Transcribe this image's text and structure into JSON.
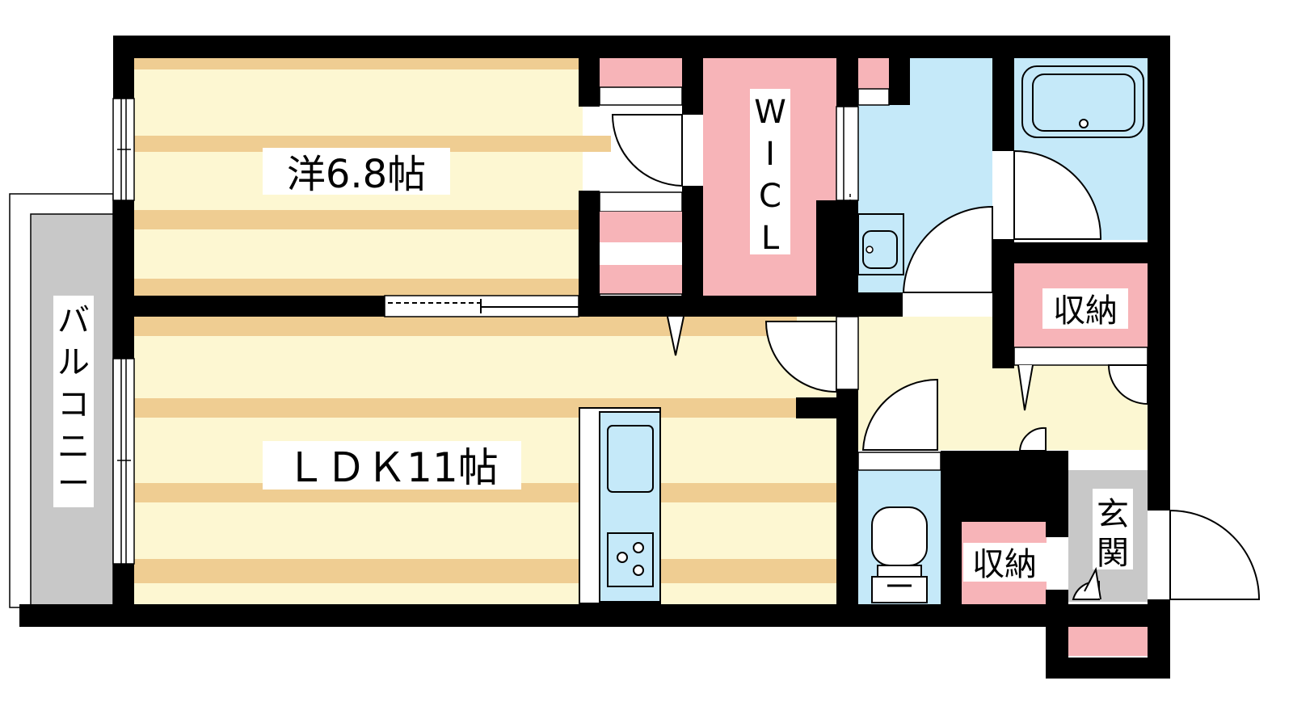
{
  "rooms": {
    "western_room": "洋6.8帖",
    "ldk": "ＬＤＫ11帖",
    "walk_in_closet": [
      "W",
      "I",
      "C",
      "L"
    ],
    "storage_upper": "収納",
    "storage_lower": "収納",
    "entrance": [
      "玄",
      "関"
    ],
    "balcony": [
      "バ",
      "ル",
      "コ",
      "ニ",
      "ー"
    ]
  },
  "colors": {
    "wall": "#000000",
    "floor_light": "#fdf7d2",
    "floor_dark": "#efcd92",
    "closet_pink": "#f7b4b8",
    "water_blue": "#c5e9f9",
    "entrance_gray": "#c8c8c8",
    "balcony_gray": "#c8c8c8",
    "hall_yellow": "#fcf7d2"
  }
}
